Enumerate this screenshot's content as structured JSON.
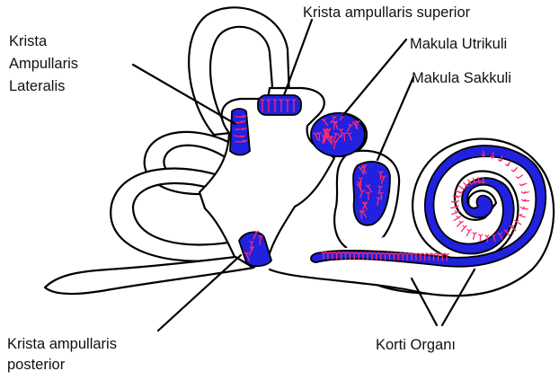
{
  "labels": {
    "krista_superior": "Krista ampullaris superior",
    "krista_lateralis": [
      "Krista",
      "Ampullaris",
      "Lateralis"
    ],
    "makula_utrikuli": "Makula Utrikuli",
    "makula_sakkuli": "Makula Sakkuli",
    "krista_posterior": [
      "Krista ampullaris",
      "posterior"
    ],
    "korti_organi": "Korti Organı"
  },
  "colors": {
    "sensory_fill": "#2121e0",
    "hair_cells": "#ff2a6a",
    "outline": "#000000",
    "background": "#ffffff"
  }
}
